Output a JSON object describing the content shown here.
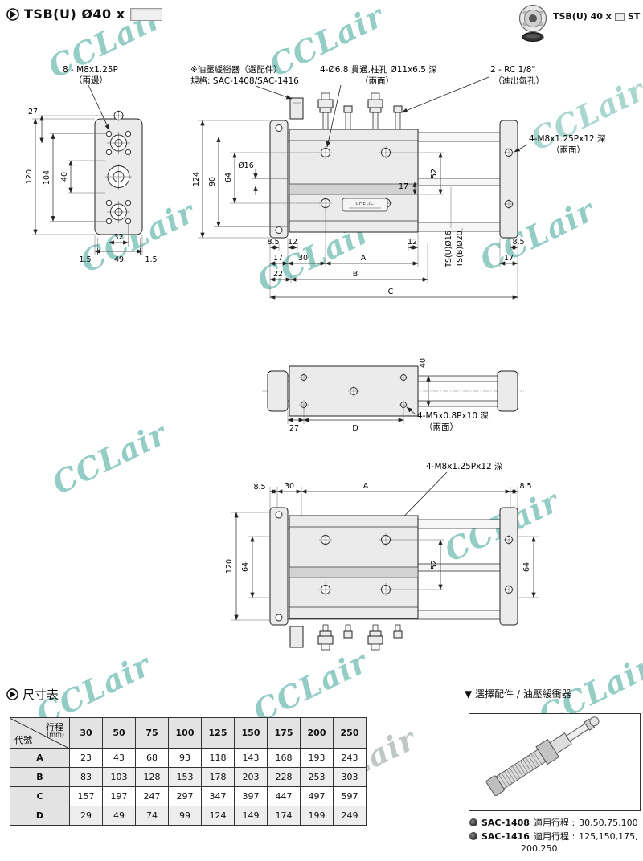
{
  "watermark": {
    "text": "CCLair"
  },
  "header": {
    "title": "TSB(U)  Ø40 x",
    "model_prefix": "TSB(U) 40 x",
    "model_suffix": "ST"
  },
  "front_view": {
    "callout_thread": "8 - M8x1.25P",
    "callout_thread_note": "（兩邊）",
    "dim_27": "27",
    "dim_120": "120",
    "dim_104": "104",
    "dim_40": "40",
    "dim_32": "32",
    "dim_1_5_l": "1.5",
    "dim_49": "49",
    "dim_1_5_r": "1.5"
  },
  "side_view": {
    "callout_buffer1": "※油壓緩衝器（選配件）",
    "callout_buffer2": "規格: SAC-1408/SAC-1416",
    "callout_hole": "4-Ø6.8 貫通,柱孔 Ø11x6.5 深",
    "callout_hole_note": "（兩面）",
    "callout_port": "2 - RC 1/8\"",
    "callout_port_note": "（進出氣孔）",
    "callout_tap": "4-M8x1.25Px12 深",
    "callout_tap_note": "（兩面）",
    "body_label": "CHELIC",
    "dim_124": "124",
    "dim_90": "90",
    "dim_64": "64",
    "dim_o16": "Ø16",
    "dim_52": "52",
    "dim_17_r": "17",
    "dim_8_5_l": "8.5",
    "dim_12_l": "12",
    "dim_12_r": "12",
    "dim_8_5_r": "8.5",
    "dim_17_l": "17",
    "dim_30": "30",
    "dim_A": "A",
    "dim_17_rr": "17",
    "dim_22": "22",
    "dim_B": "B",
    "dim_C": "C",
    "rod_label_u": "TS(U)Ø16",
    "rod_label_b": "TS(B)Ø20"
  },
  "top_view": {
    "dim_40": "40",
    "dim_27": "27",
    "dim_D": "D",
    "callout_tap": "4-M5x0.8Px10 深",
    "callout_tap_note": "（兩面）"
  },
  "bottom_view": {
    "callout_tap": "4-M8x1.25Px12 深",
    "dim_8_5_l": "8.5",
    "dim_30": "30",
    "dim_A": "A",
    "dim_8_5_r": "8.5",
    "dim_120": "120",
    "dim_64_l": "64",
    "dim_52": "52",
    "dim_64_r": "64"
  },
  "size_table": {
    "title": "尺寸表",
    "header_stroke": "行程",
    "header_unit": "(mm)",
    "header_code": "代號",
    "strokes": [
      "30",
      "50",
      "75",
      "100",
      "125",
      "150",
      "175",
      "200",
      "250"
    ],
    "rows": [
      {
        "code": "A",
        "values": [
          "23",
          "43",
          "68",
          "93",
          "118",
          "143",
          "168",
          "193",
          "243"
        ]
      },
      {
        "code": "B",
        "values": [
          "83",
          "103",
          "128",
          "153",
          "178",
          "203",
          "228",
          "253",
          "303"
        ]
      },
      {
        "code": "C",
        "values": [
          "157",
          "197",
          "247",
          "297",
          "347",
          "397",
          "447",
          "497",
          "597"
        ]
      },
      {
        "code": "D",
        "values": [
          "29",
          "49",
          "74",
          "99",
          "124",
          "149",
          "174",
          "199",
          "249"
        ]
      }
    ]
  },
  "accessory": {
    "title": "▼ 選擇配件 / 油壓緩衝器",
    "items": [
      {
        "model": "SAC-1408",
        "label": "適用行程 : ",
        "strokes": "30,50,75,100"
      },
      {
        "model": "SAC-1416",
        "label": "適用行程 : ",
        "strokes": "125,150,175,",
        "strokes2": "200,250"
      }
    ]
  }
}
